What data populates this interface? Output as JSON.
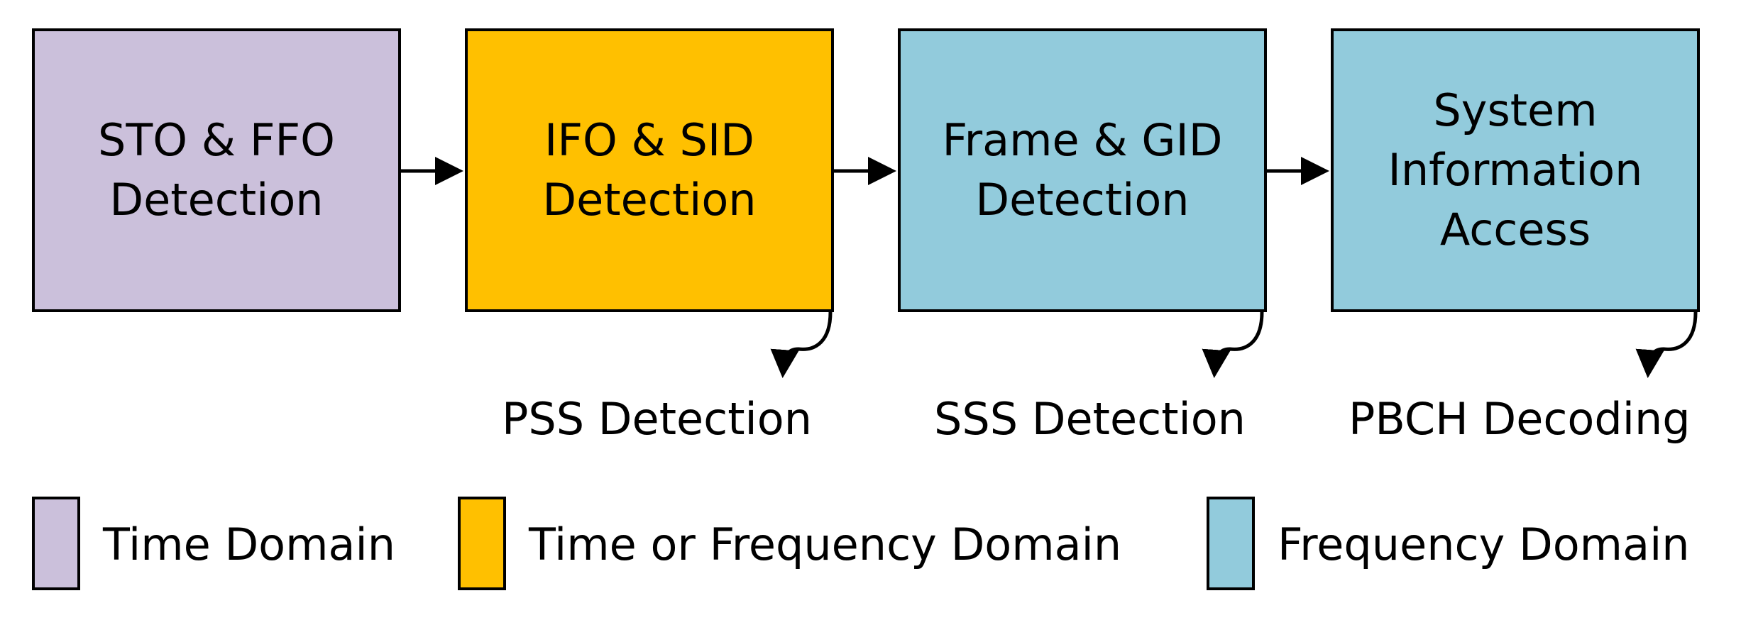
{
  "colors": {
    "time_domain": "#cbc0db",
    "time_or_frequency_domain": "#ffc000",
    "frequency_domain": "#92cbdc",
    "stroke": "#000000"
  },
  "blocks": [
    {
      "label": "STO & FFO\nDetection",
      "domain": "time_domain"
    },
    {
      "label": "IFO & SID\nDetection",
      "domain": "time_or_frequency_domain"
    },
    {
      "label": "Frame & GID\nDetection",
      "domain": "frequency_domain"
    },
    {
      "label": "System\nInformation\nAccess",
      "domain": "frequency_domain"
    }
  ],
  "sub_labels": [
    "PSS Detection",
    "SSS Detection",
    "PBCH Decoding"
  ],
  "legend": [
    {
      "label": "Time Domain",
      "domain": "time_domain"
    },
    {
      "label": "Time or Frequency Domain",
      "domain": "time_or_frequency_domain"
    },
    {
      "label": "Frequency Domain",
      "domain": "frequency_domain"
    }
  ]
}
